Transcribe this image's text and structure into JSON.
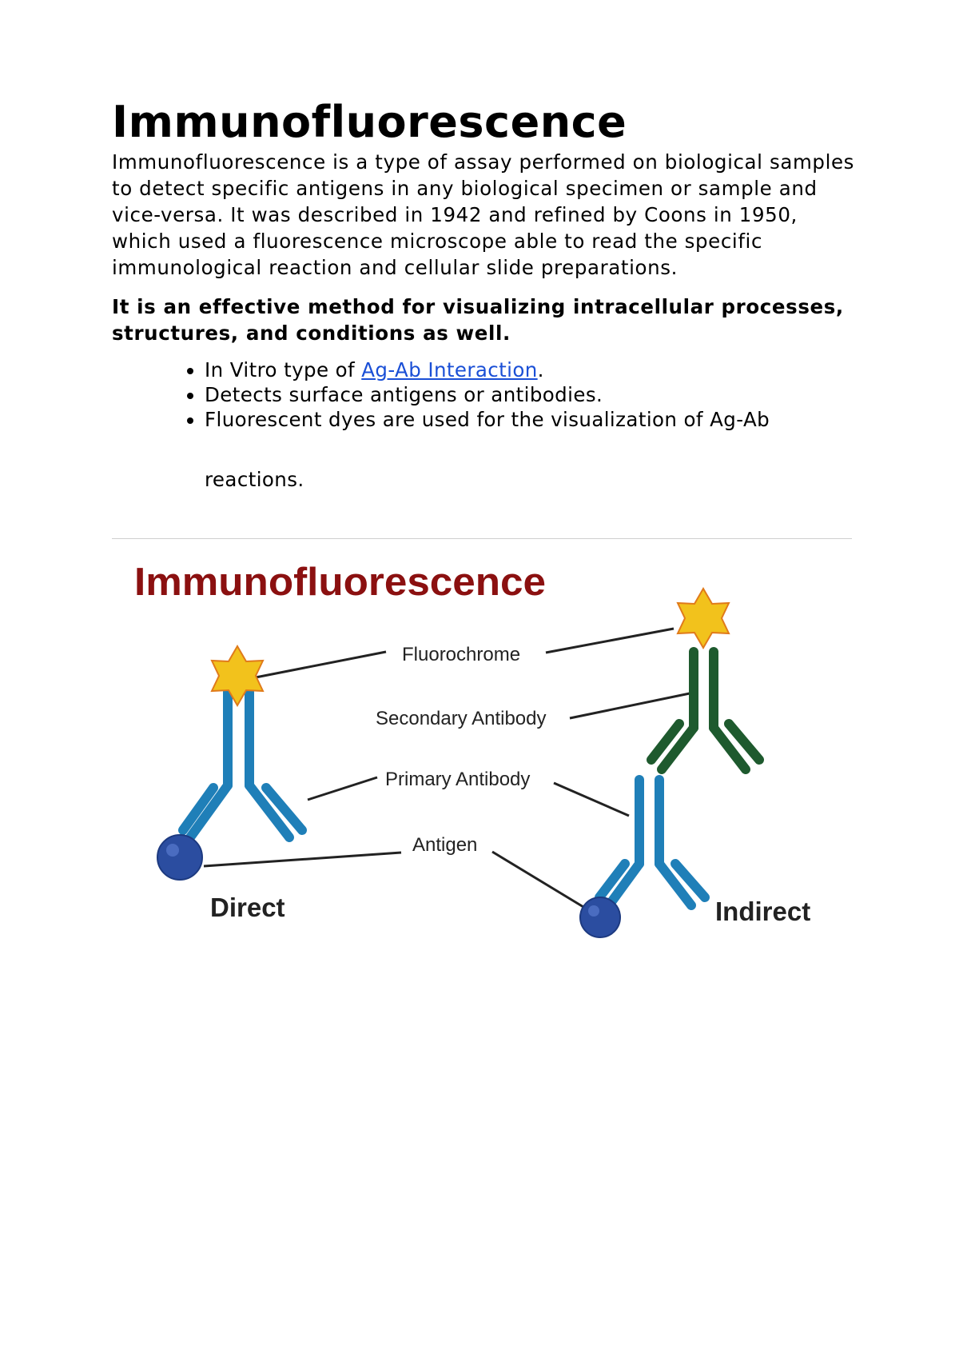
{
  "title": "Immunofluorescence",
  "intro": "Immunofluorescence is a type of assay performed on biological samples to detect specific antigens in any biological specimen or sample and vice-versa. It was described in 1942 and refined by Coons in 1950, which used a fluorescence microscope able to read the specific immunological reaction and cellular slide preparations.",
  "bold_statement": "It is an effective method for visualizing intracellular processes, structures, and conditions as well.",
  "bullets": [
    {
      "prefix": "In Vitro type of ",
      "link": "Ag-Ab Interaction",
      "suffix": "."
    },
    {
      "text": "Detects surface antigens or antibodies."
    },
    {
      "text": "Fluorescent dyes are used for the visualization of Ag-Ab"
    }
  ],
  "bullet_continuation": "reactions.",
  "figure": {
    "title": "Immunofluorescence",
    "labels": {
      "fluorochrome": "Fluorochrome",
      "secondary_antibody": "Secondary Antibody",
      "primary_antibody": "Primary Antibody",
      "antigen": "Antigen"
    },
    "direct": "Direct",
    "indirect": "Indirect",
    "colors": {
      "title": "#8b1010",
      "primary_antibody": "#1f7fb8",
      "secondary_antibody": "#1e5a2e",
      "fluorochrome": "#f2c21c",
      "antigen": "#2b4da0",
      "link": "#1a4fd6"
    }
  }
}
